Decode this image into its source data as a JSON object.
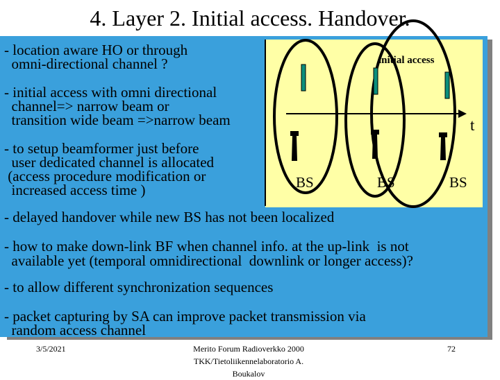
{
  "slide": {
    "title": "4. Layer 2. Initial access. Handover.",
    "left_bullets": [
      [
        "- location aware HO or through",
        "  omni-directional channel ?"
      ],
      [
        "- initial access with omni directional",
        "  channel=> narrow beam or",
        "  transition wide beam =>narrow beam"
      ],
      [
        "- to setup beamformer just before",
        "  user dedicated channel is allocated",
        " (access procedure modification or",
        "  increased access time )"
      ]
    ],
    "main_bullets": [
      [
        "- delayed handover while new BS has not been localized"
      ],
      [
        "- how to make down-link BF when channel info. at the up-link  is not",
        "  available yet (temporal omnidirectional  downlink or longer access)?"
      ],
      [
        "- to allow different synchronization sequences"
      ],
      [
        "- packet capturing by SA can improve packet transmission via",
        "  random access channel"
      ]
    ],
    "diagram": {
      "initial_access_label": "initial access",
      "time_axis_label": "t",
      "bs_labels": [
        "BS",
        "BS",
        "BS"
      ]
    },
    "footer": {
      "date": "3/5/2021",
      "center_line1": "Merito Forum Radioverkko 2000",
      "center_line2": "TKK/Tietoliikennelaboratorio   A.",
      "center_line3": "Boukalov",
      "page_number": "72"
    },
    "colors": {
      "panel": "#3aa0dc",
      "diagram_background": "#ffffa6",
      "shadow": "#808080"
    }
  }
}
